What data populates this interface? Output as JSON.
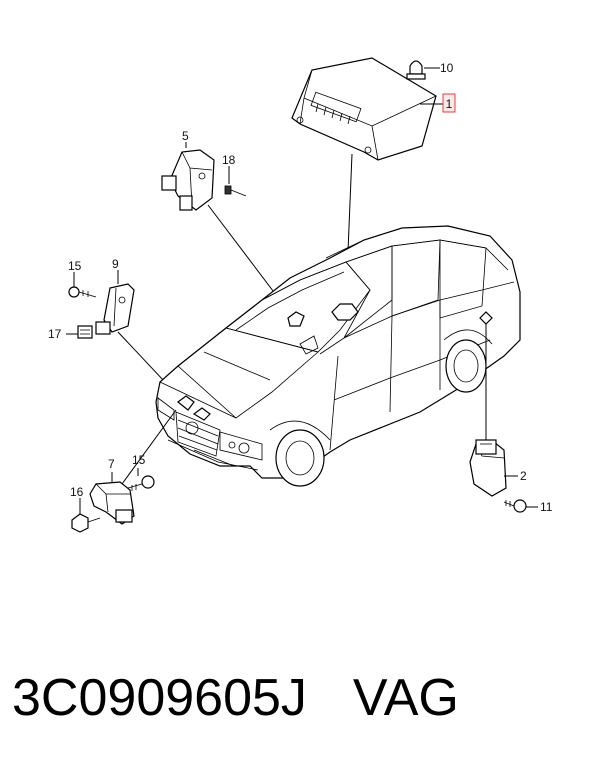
{
  "callouts": {
    "c1": "1",
    "c2": "2",
    "c5": "5",
    "c7": "7",
    "c9": "9",
    "c10": "10",
    "c11": "11",
    "c15a": "15",
    "c15b": "15",
    "c16": "16",
    "c17": "17",
    "c18": "18"
  },
  "highlight_color": "#e04040",
  "caption": {
    "part_number": "3C0909605J",
    "brand": "VAG"
  }
}
